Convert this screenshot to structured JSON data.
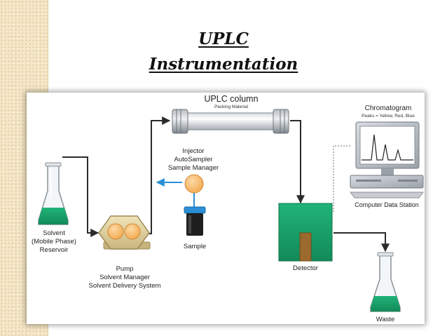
{
  "slide": {
    "title_line1": "UPLC",
    "title_line2": "Instrumentation"
  },
  "diagram": {
    "column_label": "UPLC column",
    "column_sublabel": "Packing Material",
    "injector_lines": [
      "Injector",
      "AutoSampler",
      "Sample Manager"
    ],
    "sample_label": "Sample",
    "solvent_lines": [
      "Solvent",
      "(Mobile Phase)",
      "Reservoir"
    ],
    "pump_lines": [
      "Pump",
      "Solvent Manager",
      "Solvent Delivery System"
    ],
    "detector_label": "Detector",
    "waste_label": "Waste",
    "chromatogram_label": "Chromatogram",
    "chromatogram_sublabel": "Peaks = Yellow, Red, Blue",
    "station_label": "Computer Data Station"
  },
  "colors": {
    "liquid_green": "#1aa06a",
    "detector_green": "#1e9a5e",
    "pump_orange": "#f3a94e",
    "injector_blue": "#2a8fd6",
    "line_dark": "#2b2b2b"
  }
}
